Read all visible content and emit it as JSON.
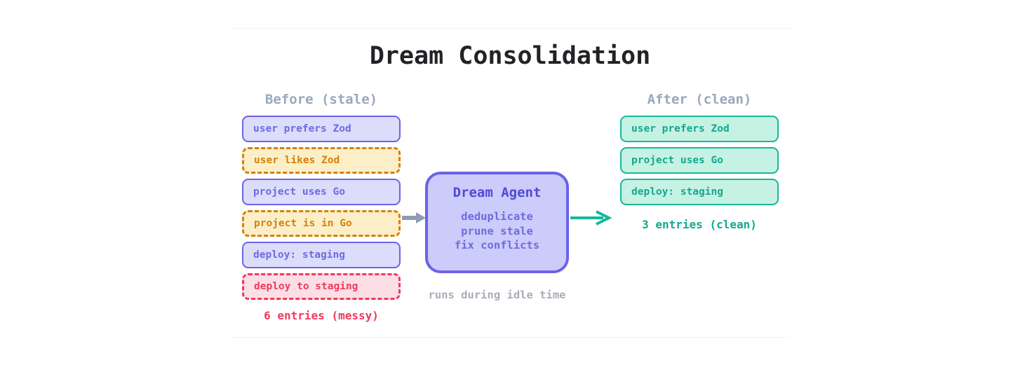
{
  "diagram": {
    "title": "Dream Consolidation",
    "columns": {
      "before": {
        "header": "Before (stale)",
        "count_label": "6 entries (messy)",
        "entries": [
          {
            "text": "user prefers Zod",
            "style": "blue"
          },
          {
            "text": "user likes Zod",
            "style": "orange"
          },
          {
            "text": "project uses Go",
            "style": "blue"
          },
          {
            "text": "project is in Go",
            "style": "orange"
          },
          {
            "text": "deploy: staging",
            "style": "blue"
          },
          {
            "text": "deploy to staging",
            "style": "pink"
          }
        ]
      },
      "after": {
        "header": "After (clean)",
        "count_label": "3 entries (clean)",
        "entries": [
          {
            "text": "user prefers Zod",
            "style": "teal"
          },
          {
            "text": "project uses Go",
            "style": "teal"
          },
          {
            "text": "deploy: staging",
            "style": "teal"
          }
        ]
      }
    },
    "agent": {
      "title": "Dream Agent",
      "actions": [
        "deduplicate",
        "prune stale",
        "fix conflicts"
      ],
      "caption": "runs during idle time"
    },
    "arrows": {
      "input": {
        "name": "arrow-right-gray",
        "color": "#8f9cb3"
      },
      "output": {
        "name": "arrow-right-teal",
        "color": "#16b79a"
      }
    },
    "colors": {
      "blue_border": "#6c63e8",
      "blue_fill": "#dcdcfb",
      "orange_border": "#d4820a",
      "orange_fill": "#fcefc8",
      "pink_border": "#ef3a5d",
      "pink_fill": "#fcdfe6",
      "teal_border": "#16b79a",
      "teal_fill": "#c6f2e3",
      "agent_fill": "#ccccfa",
      "header_text": "#9aa7bd",
      "title_text": "#232327"
    }
  }
}
